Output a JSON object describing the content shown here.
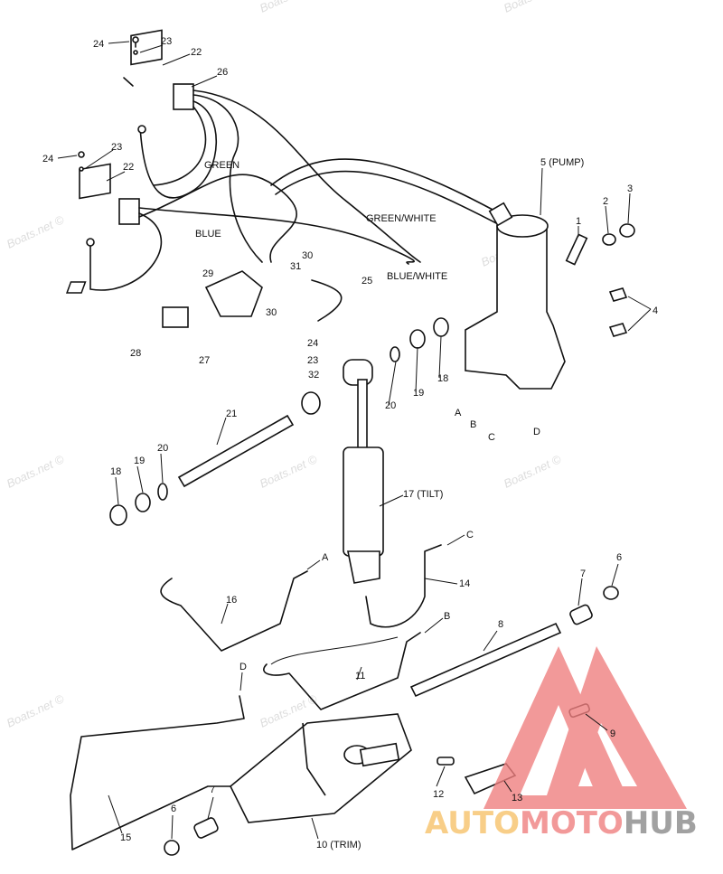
{
  "diagram": {
    "labels": {
      "l24a": "24",
      "l23a": "23",
      "l22a": "22",
      "l26": "26",
      "l24b": "24",
      "l23b": "23",
      "l22b": "22",
      "green": "GREEN",
      "green_white": "GREEN/WHITE",
      "pump": "5 (PUMP)",
      "l1": "1",
      "l2": "2",
      "l3": "3",
      "blue": "BLUE",
      "l30a": "30",
      "l31": "31",
      "blue_white": "BLUE/WHITE",
      "l25": "25",
      "l29": "29",
      "l30b": "30",
      "l4": "4",
      "l28": "28",
      "l27": "27",
      "l24c": "24",
      "l23c": "23",
      "l32": "32",
      "l18a": "18",
      "l19a": "19",
      "l20a": "20",
      "pA": "A",
      "pB": "B",
      "pC": "C",
      "pD": "D",
      "l21": "21",
      "l18b": "18",
      "l19b": "19",
      "l20b": "20",
      "tilt": "17 (TILT)",
      "hC": "C",
      "hA": "A",
      "l14": "14",
      "l6a": "6",
      "l7a": "7",
      "l16": "16",
      "l8": "8",
      "hB": "B",
      "l11": "11",
      "hD": "D",
      "l9": "9",
      "l12": "12",
      "l13": "13",
      "l6b": "6",
      "l7b": "7",
      "l15": "15",
      "trim": "10 (TRIM)"
    },
    "watermark": "Boats.net ©",
    "logo": {
      "part1": "AUTO",
      "part2": "MOTO",
      "part3": "HUB",
      "color1": "#f7c36b",
      "color2": "#f08080",
      "color3": "#8a8a8a"
    }
  }
}
